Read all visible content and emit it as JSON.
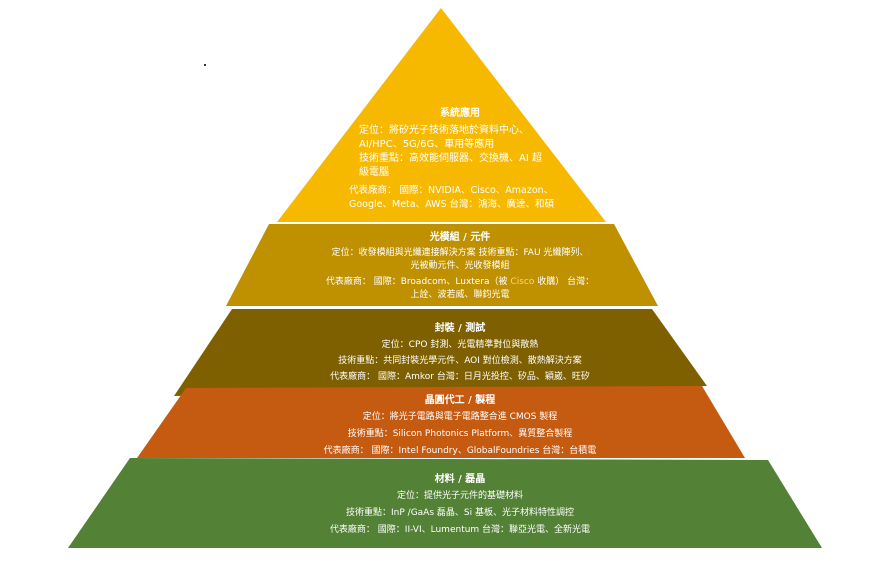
{
  "layers": [
    {
      "title": "系統應用",
      "color": "#f7b900",
      "lines": [
        "定位：將矽光子技術落地於資料中心、",
        "AI/HPC、5G/6G、車用等應用",
        "技術重點：高效能伺服器、交換機、AI 超",
        "級電腦",
        "代表廠商： 國際：NVIDIA、Cisco、Amazon、",
        "Google、Meta、AWS 台灣：鴻海、廣達、和碩"
      ]
    },
    {
      "title": "光模組 / 元件",
      "color": "#bf9000",
      "lines": [
        "定位：收發模組與光纖連接解決方案 技術重點：FAU 光纖陣列、",
        "光被動元件、光收發模組"
      ],
      "vendor_pre": "代表廠商： 國際：Broadcom、Luxtera（被 ",
      "vendor_cisco": "Cisco",
      "vendor_post": " 收購） 台灣：",
      "vendor_line2": "上詮、波若威、聯鈞光電"
    },
    {
      "title": "封裝 / 測試",
      "color": "#7f6000",
      "lines": [
        "定位：CPO 封測、光電精準對位與散熱",
        "技術重點：共同封裝光學元件、AOI 對位檢測、散熱解決方案",
        "代表廠商： 國際：Amkor 台灣：日月光投控、矽品、穎崴、旺矽"
      ]
    },
    {
      "title": "晶圓代工 / 製程",
      "color": "#c55a11",
      "lines": [
        "定位：將光子電路與電子電路整合進 CMOS 製程",
        "技術重點：Silicon Photonics Platform、異質整合製程",
        "代表廠商： 國際：Intel Foundry、GlobalFoundries 台灣：台積電"
      ]
    },
    {
      "title": "材料 / 磊晶",
      "color": "#538135",
      "lines": [
        "定位：提供光子元件的基礎材料",
        "技術重點：InP /GaAs 磊晶、Si 基板、光子材料特性調控",
        "代表廠商： 國際：II-VI、Lumentum 台灣：聯亞光電、全新光電"
      ]
    }
  ]
}
